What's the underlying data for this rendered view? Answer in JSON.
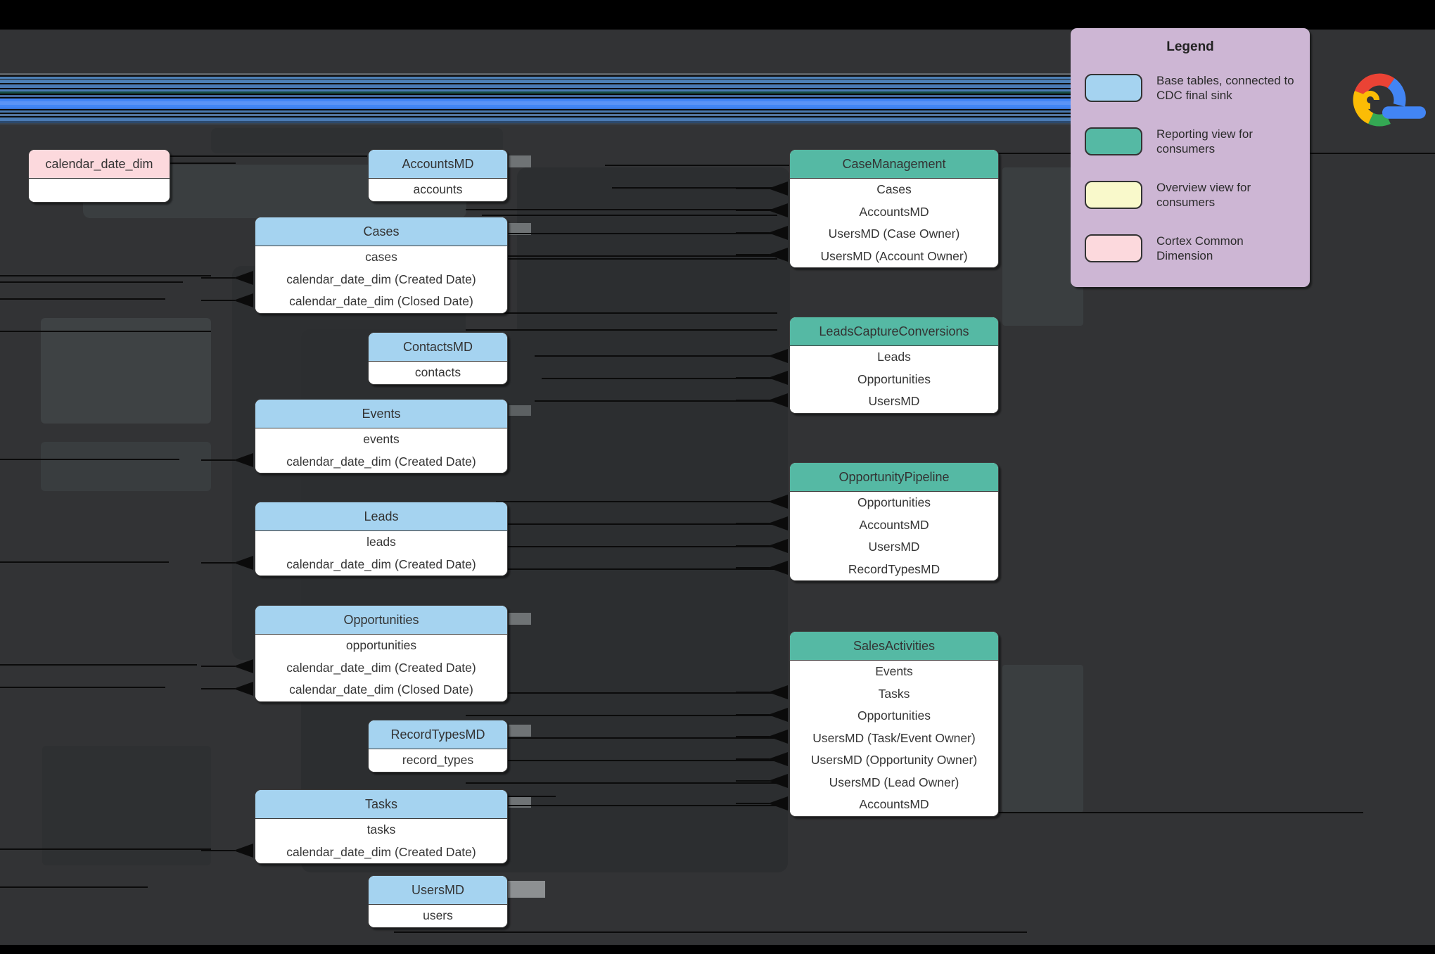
{
  "legend": {
    "title": "Legend",
    "items": [
      {
        "key": "base_table",
        "label": "Base tables, connected to CDC final sink",
        "color": "#a5d3f0"
      },
      {
        "key": "reporting_view",
        "label": "Reporting view for consumers",
        "color": "#55b9a4"
      },
      {
        "key": "overview_view",
        "label": "Overview view for consumers",
        "color": "#f9f9cb"
      },
      {
        "key": "common_dimension",
        "label": "Cortex Common Dimension",
        "color": "#fcd9dd"
      }
    ]
  },
  "colors": {
    "base_table": "#a5d3f0",
    "reporting_view": "#55b9a4",
    "overview_view": "#f9f9cb",
    "common_dimension": "#fcd9dd",
    "background": "#323335",
    "connector": "#0b0b0b"
  },
  "logo": {
    "name": "google-cloud-logo"
  },
  "entities": [
    {
      "id": "calendar_date_dim",
      "title": "calendar_date_dim",
      "type": "common_dimension",
      "rows": []
    },
    {
      "id": "accounts_md",
      "title": "AccountsMD",
      "type": "base_table",
      "rows": [
        "accounts"
      ]
    },
    {
      "id": "cases",
      "title": "Cases",
      "type": "base_table",
      "rows": [
        "cases",
        "calendar_date_dim (Created Date)",
        "calendar_date_dim (Closed Date)"
      ]
    },
    {
      "id": "contacts_md",
      "title": "ContactsMD",
      "type": "base_table",
      "rows": [
        "contacts"
      ]
    },
    {
      "id": "events",
      "title": "Events",
      "type": "base_table",
      "rows": [
        "events",
        "calendar_date_dim (Created Date)"
      ]
    },
    {
      "id": "leads",
      "title": "Leads",
      "type": "base_table",
      "rows": [
        "leads",
        "calendar_date_dim (Created Date)"
      ]
    },
    {
      "id": "opportunities",
      "title": "Opportunities",
      "type": "base_table",
      "rows": [
        "opportunities",
        "calendar_date_dim (Created Date)",
        "calendar_date_dim (Closed Date)"
      ]
    },
    {
      "id": "record_types_md",
      "title": "RecordTypesMD",
      "type": "base_table",
      "rows": [
        "record_types"
      ]
    },
    {
      "id": "tasks",
      "title": "Tasks",
      "type": "base_table",
      "rows": [
        "tasks",
        "calendar_date_dim (Created Date)"
      ]
    },
    {
      "id": "users_md",
      "title": "UsersMD",
      "type": "base_table",
      "rows": [
        "users"
      ]
    },
    {
      "id": "case_management",
      "title": "CaseManagement",
      "type": "reporting_view",
      "rows": [
        "Cases",
        "AccountsMD",
        "UsersMD (Case Owner)",
        "UsersMD (Account Owner)"
      ]
    },
    {
      "id": "leads_capture_conversions",
      "title": "LeadsCaptureConversions",
      "type": "reporting_view",
      "rows": [
        "Leads",
        "Opportunities",
        "UsersMD"
      ]
    },
    {
      "id": "opportunity_pipeline",
      "title": "OpportunityPipeline",
      "type": "reporting_view",
      "rows": [
        "Opportunities",
        "AccountsMD",
        "UsersMD",
        "RecordTypesMD"
      ]
    },
    {
      "id": "sales_activities",
      "title": "SalesActivities",
      "type": "reporting_view",
      "rows": [
        "Events",
        "Tasks",
        "Opportunities",
        "UsersMD (Task/Event Owner)",
        "UsersMD (Opportunity Owner)",
        "UsersMD (Lead Owner)",
        "AccountsMD"
      ]
    }
  ]
}
